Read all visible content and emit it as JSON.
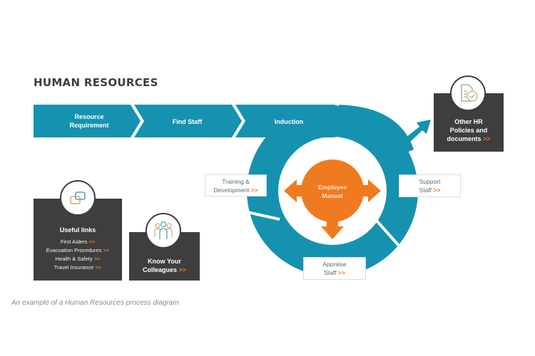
{
  "header": {
    "title": "HUMAN RESOURCES"
  },
  "process_steps": [
    {
      "label_line1": "Resource",
      "label_line2": "Requirement"
    },
    {
      "label_line1": "Find Staff"
    },
    {
      "label_line1": "Induction"
    }
  ],
  "cycle": {
    "center": {
      "line1": "Employee",
      "line2": "Manual"
    },
    "stages": {
      "training": {
        "line1": "Training &",
        "line2": "Development",
        "arrow": ">>"
      },
      "support": {
        "line1": "Support",
        "line2": "Staff",
        "arrow": ">>"
      },
      "appraise": {
        "line1": "Appraise",
        "line2": "Staff",
        "arrow": ">>"
      }
    }
  },
  "other_hr": {
    "line1": "Other HR",
    "line2": "Policies and",
    "line3": "documents",
    "arrow": ">>",
    "icon": "document-check-icon"
  },
  "useful_links": {
    "title": "Useful links",
    "icon": "link-icon",
    "items": [
      {
        "label": "First Aiders",
        "arrow": ">>"
      },
      {
        "label": "Evacuation Procedures",
        "arrow": ">>"
      },
      {
        "label": "Health & Safety",
        "arrow": ">>"
      },
      {
        "label": "Travel Insurance",
        "arrow": ">>"
      }
    ]
  },
  "know_colleagues": {
    "line1": "Know Your",
    "line2": "Colleagues",
    "arrow": ">>",
    "icon": "people-icon"
  },
  "caption": "An example of a Human Resources process diagram",
  "colors": {
    "teal": "#1592b0",
    "orange": "#f07a1f",
    "dark": "#3e3e3e",
    "accent_arrow": "#e07a35"
  }
}
